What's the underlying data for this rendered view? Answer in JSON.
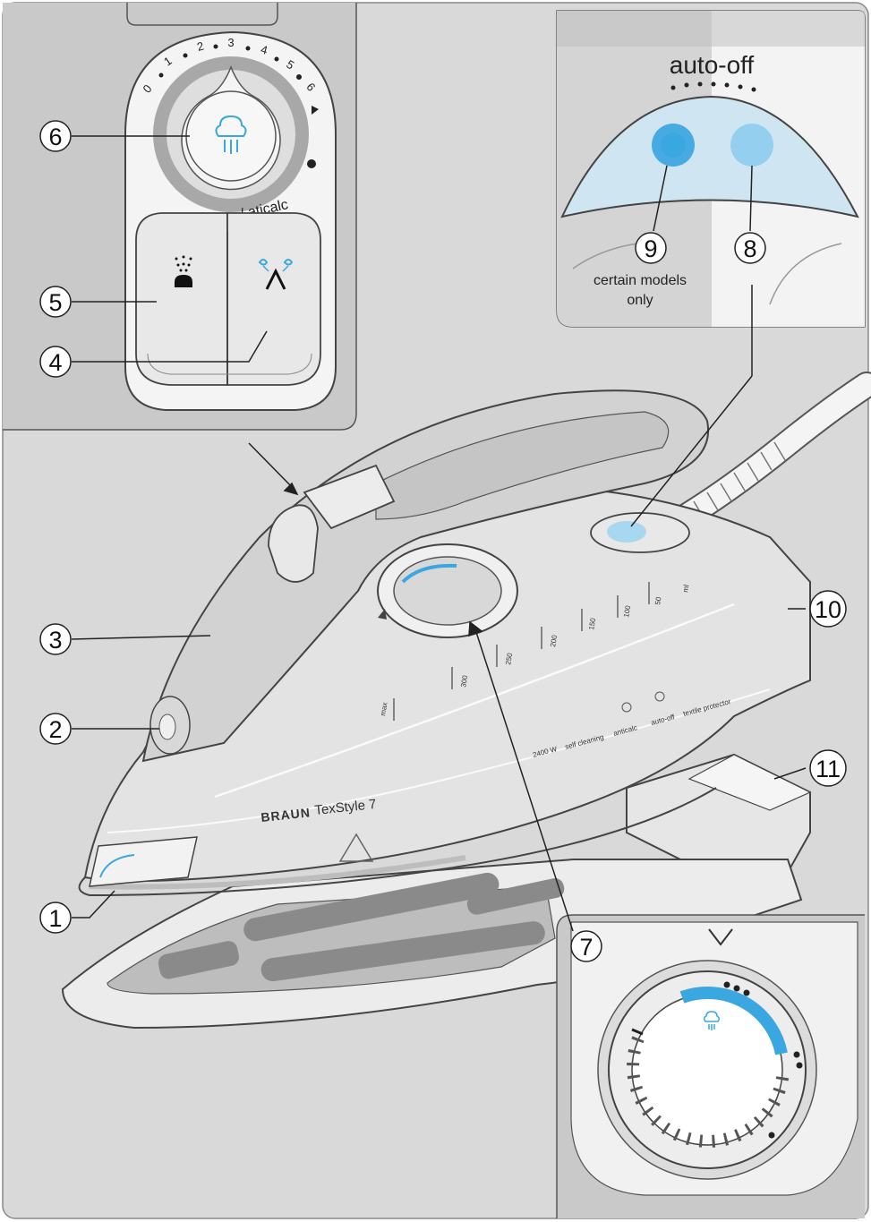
{
  "callouts": {
    "c1": "1",
    "c2": "2",
    "c3": "3",
    "c4": "4",
    "c5": "5",
    "c6": "6",
    "c7": "7",
    "c8": "8",
    "c9": "9",
    "c10": "10",
    "c11": "11"
  },
  "steam_dial": {
    "scale": [
      "0",
      "1",
      "2",
      "3",
      "4",
      "5",
      "6"
    ],
    "function_label": "qearing / aticalc"
  },
  "auto_off_panel": {
    "title": "auto-off",
    "note_line1": "certain models",
    "note_line2": "only"
  },
  "iron": {
    "brand": "BRAUN",
    "model": "TexStyle 7",
    "water_scale": [
      "max",
      "300",
      "250",
      "200",
      "150",
      "100",
      "50",
      "ml"
    ],
    "legend": [
      "2400 W",
      "self cleaning",
      "anticalc",
      "auto-off",
      "textile protector"
    ]
  },
  "colors": {
    "background": "#d9d9d9",
    "panel": "#c4c4c4",
    "iron_body": "#f2f2f2",
    "accent_blue": "#3aa7e0",
    "light_blue": "#a8d8f0"
  }
}
